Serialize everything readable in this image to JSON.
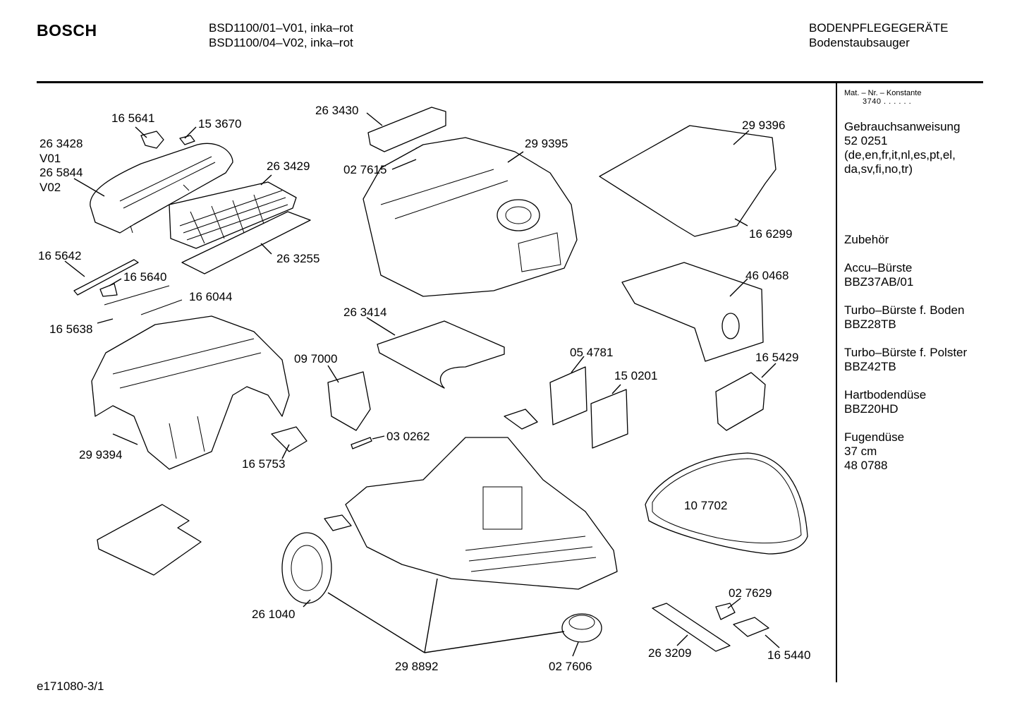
{
  "header": {
    "brand": "BOSCH",
    "models": [
      "BSD1100/01–V01, inka–rot",
      "BSD1100/04–V02, inka–rot"
    ],
    "category": "BODENPFLEGEGERÄTE",
    "subcategory": "Bodenstaubsauger"
  },
  "sidebar": {
    "konstante_label": "Mat. – Nr. – Konstante",
    "konstante_value": "3740 . . . . . .",
    "manual": [
      "Gebrauchsanweisung",
      "52 0251",
      "(de,en,fr,it,nl,es,pt,el,",
      "da,sv,fi,no,tr)"
    ],
    "accessories_title": "Zubehör",
    "accessories": [
      [
        "Accu–Bürste",
        "BBZ37AB/01"
      ],
      [
        "Turbo–Bürste f. Boden",
        "BBZ28TB"
      ],
      [
        "Turbo–Bürste f. Polster",
        "BBZ42TB"
      ],
      [
        "Hartbodendüse",
        "BBZ20HD"
      ],
      [
        "Fugendüse",
        "37 cm",
        "48 0788"
      ]
    ]
  },
  "footer": {
    "doc_id": "e171080-3/1"
  },
  "parts": [
    "16 5641",
    "15 3670",
    "26 3428",
    "V01",
    "26 5844",
    "V02",
    "26 3429",
    "26 3255",
    "16 5642",
    "16 5640",
    "16 6044",
    "16 5638",
    "29 9394",
    "26 3430",
    "02 7615",
    "29 9395",
    "29 9396",
    "16 6299",
    "46 0468",
    "26 3414",
    "09 7000",
    "03 0262",
    "16 5753",
    "05 4781",
    "15 0201",
    "16 5429",
    "10 7702",
    "26 1040",
    "29 8892",
    "02 7606",
    "02 7629",
    "26 3209",
    "16 5440"
  ]
}
